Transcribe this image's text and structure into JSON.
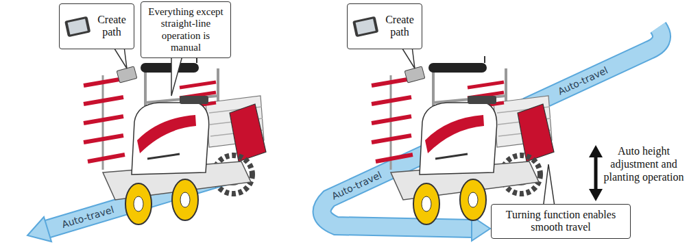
{
  "diagram": {
    "nodes": [
      {
        "text": [
          "Create path"
        ]
      },
      {
        "text": [
          "Everything except straight-line operation is manual"
        ]
      },
      {
        "text": [
          "Create path"
        ]
      },
      {
        "text": [
          "Turning function enables smooth travel"
        ]
      }
    ],
    "labels": [
      "Auto-travel",
      "Auto-travel",
      "Auto-travel",
      "Auto height adjustment and planting operation"
    ]
  }
}
